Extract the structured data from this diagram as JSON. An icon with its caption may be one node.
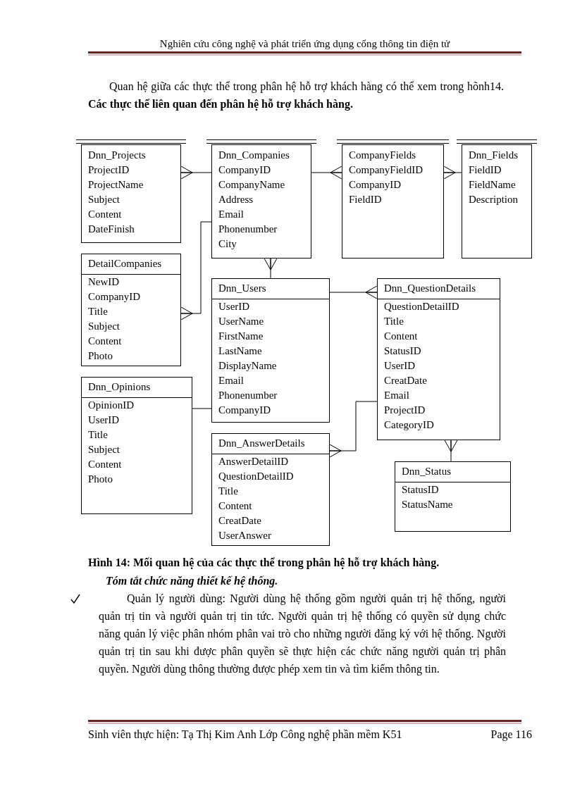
{
  "diagram": {
    "caption": "Hình 14: Mối quan hệ của các thực thể trong phân hệ hỗ trợ khách hàng.",
    "nodes": [
      {
        "text": [
          "Dnn_Projects",
          "ProjectID",
          "ProjectName",
          "Subject",
          "Content",
          "DateFinish"
        ]
      },
      {
        "text": [
          "Dnn_Companies",
          "CompanyID",
          "CompanyName",
          "Address",
          "Email",
          "Phonenumber",
          "City"
        ]
      },
      {
        "text": [
          "CompanyFields",
          "CompanyFieldID",
          "CompanyID",
          "FieldID"
        ]
      },
      {
        "text": [
          "Dnn_Fields",
          "FieldID",
          "FieldName",
          "Description"
        ]
      },
      {
        "text": [
          "DetailCompanies",
          "NewID",
          "CompanyID",
          "Title",
          "Subject",
          "Content",
          "Photo"
        ]
      },
      {
        "text": [
          "Dnn_Users",
          "UserID",
          "UserName",
          "FirstName",
          "LastName",
          "DisplayName",
          "Email",
          "Phonenumber",
          "CompanyID"
        ]
      },
      {
        "text": [
          "Dnn_QuestionDetails",
          "QuestionDetailID",
          "Title",
          "Content",
          "StatusID",
          "UserID",
          "CreatDate",
          "Email",
          "ProjectID",
          "CategoryID"
        ]
      },
      {
        "text": [
          "Dnn_Opinions",
          "OpinionID",
          "UserID",
          "Title",
          "Subject",
          "Content",
          "Photo"
        ]
      },
      {
        "text": [
          "Dnn_Status",
          "StatusID",
          "StatusName"
        ]
      },
      {
        "text": [
          "Dnn_AnswerDetails",
          "AnswerDetailID",
          "QuestionDetailID",
          "Title",
          "Content",
          "CreatDate",
          "UserAnswer"
        ]
      }
    ],
    "edges": [
      {
        "from": 1,
        "to": 0,
        "arrow": "other"
      },
      {
        "from": 1,
        "to": 2,
        "arrow": "other"
      },
      {
        "from": 3,
        "to": 2,
        "arrow": "other"
      },
      {
        "from": 1,
        "to": 4,
        "arrow": "other"
      },
      {
        "from": 5,
        "to": 1,
        "arrow": "other"
      },
      {
        "from": 5,
        "to": 6,
        "arrow": "other"
      },
      {
        "from": 5,
        "to": 7,
        "arrow": "none"
      },
      {
        "from": 8,
        "to": 6,
        "arrow": "other"
      },
      {
        "from": 6,
        "to": 9,
        "arrow": "other"
      }
    ],
    "labels": [
      "Nghiên cứu công nghệ và phát triển ứng dụng cổng thông tin điện tử",
      "Quan hệ giữa các thực thể trong phân hệ hỗ trợ khách hàng có thể xem trong hõnh14. **Các thực thể liên quan đến phân hệ hỗ trợ khách hàng.**",
      "Tóm tắt chức năng thiết kế hệ thống.",
      "Quản lý người dùng: Người dùng hệ thống gồm người quản trị hệ thống, người quản trị tin và người quản trị tin tức. Người quản trị hệ thống có quyền sử dụng chức năng quản lý việc phân nhóm phân vai trò cho những người đăng ký với hệ thống. Người quản trị tin sau khi được phân quyền sẽ thực hiện các chức năng người quản trị phân quyền. Người dùng thông thường được phép xem tin và tìm kiếm thông tin.",
      "Sinh viên thực hiện: Tạ Thị Kim Anh Lớp Công nghệ phần mềm K51",
      "Page 116"
    ]
  }
}
